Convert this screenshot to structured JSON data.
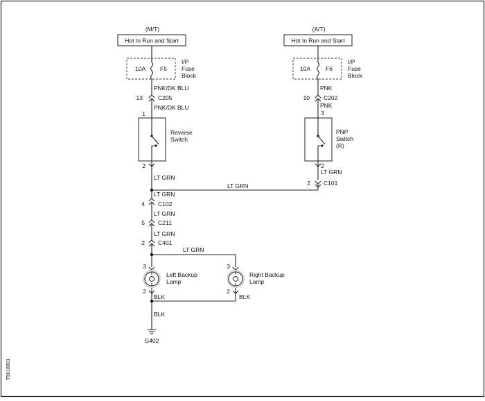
{
  "labels": {
    "mt": "(M/T)",
    "at": "(A/T)",
    "hot_left": "Hot In Run and Start",
    "hot_right": "Hot In Run and Start",
    "fuse_left_amp": "10A",
    "fuse_left_name": "F5",
    "fuse_right_amp": "10A",
    "fuse_right_name": "F6",
    "fuse_block_1": "I/P",
    "fuse_block_2": "Fuse",
    "fuse_block_3": "Block",
    "wire_pnk_dkblu": "PNK/DK BLU",
    "wire_pnk": "PNK",
    "wire_lt_grn": "LT GRN",
    "wire_blk": "BLK",
    "pin_13": "13",
    "pin_1": "1",
    "pin_2": "2",
    "pin_10": "10",
    "pin_3": "3",
    "pin_4": "4",
    "pin_5": "5",
    "conn_c205": "C205",
    "conn_c202": "C202",
    "conn_c101": "C101",
    "conn_c102": "C102",
    "conn_c211": "C211",
    "conn_c401": "C401",
    "reverse_switch_1": "Reverse",
    "reverse_switch_2": "Switch",
    "pnp_switch_1": "PNP",
    "pnp_switch_2": "Switch",
    "pnp_switch_3": "(R)",
    "left_lamp_1": "Left Backup",
    "left_lamp_2": "Lamp",
    "right_lamp_1": "Right Backup",
    "right_lamp_2": "Lamp",
    "ground": "G402",
    "side_code": "T5618801"
  }
}
